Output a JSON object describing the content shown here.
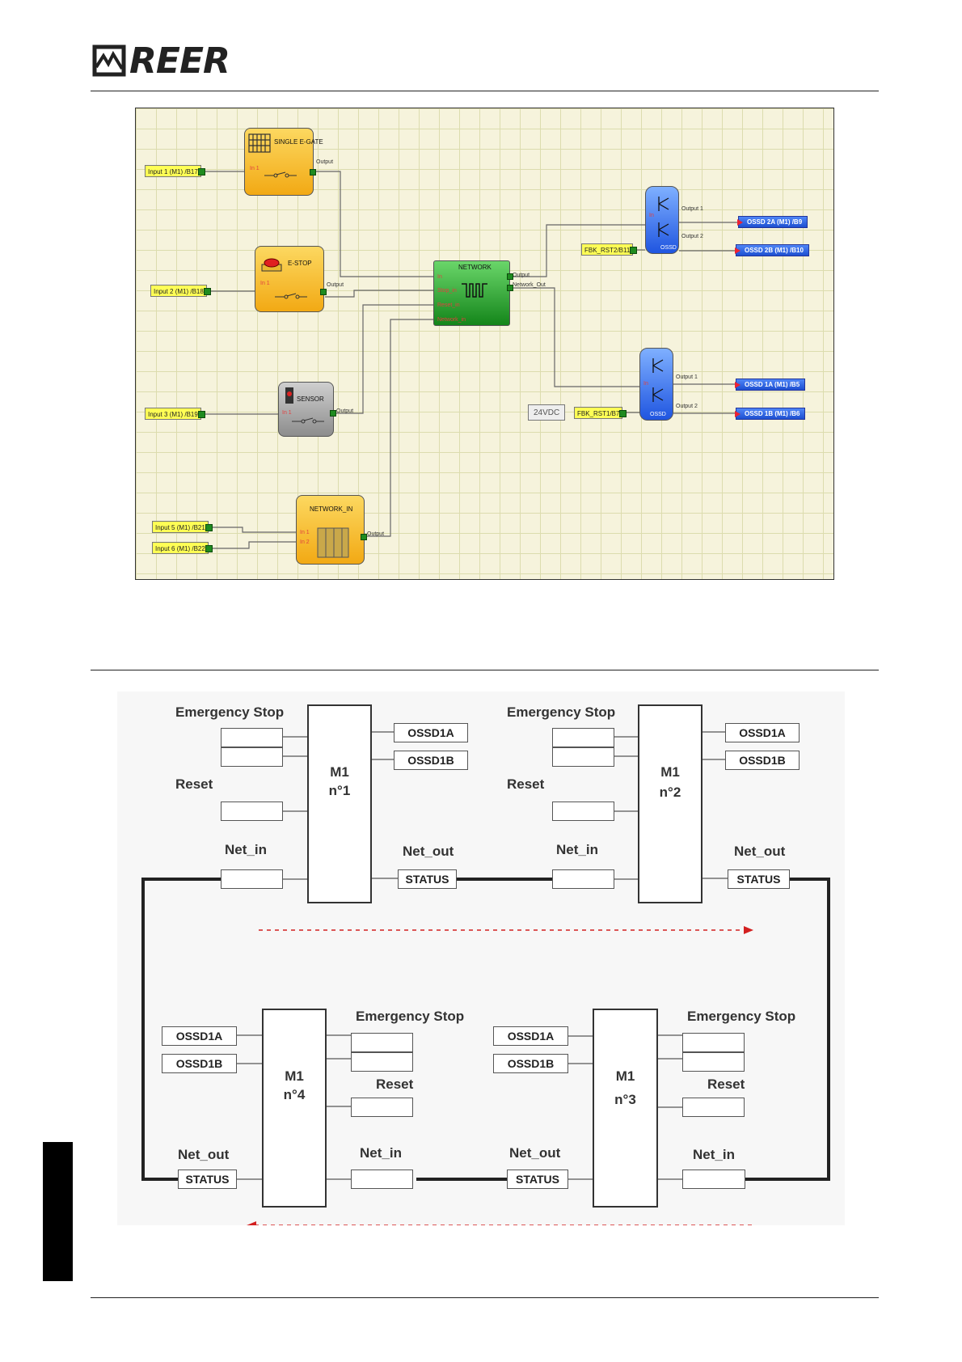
{
  "header": {
    "logo_text": "REER"
  },
  "configurator": {
    "inputs": [
      {
        "id": "in1",
        "label": "Input 1 (M1) /B17"
      },
      {
        "id": "in2",
        "label": "Input 2 (M1) /B18"
      },
      {
        "id": "in3",
        "label": "Input 3 (M1) /B19"
      },
      {
        "id": "in5",
        "label": "Input 5 (M1) /B21"
      },
      {
        "id": "in6",
        "label": "Input 6 (M1) /B22"
      },
      {
        "id": "fbk2",
        "label": "FBK_RST2/B11"
      },
      {
        "id": "fbk1",
        "label": "FBK_RST1/B7"
      }
    ],
    "outputs": [
      {
        "id": "o2a",
        "label": "OSSD 2A (M1) /B9"
      },
      {
        "id": "o2b",
        "label": "OSSD 2B (M1) /B10"
      },
      {
        "id": "o1a",
        "label": "OSSD 1A (M1) /B5"
      },
      {
        "id": "o1b",
        "label": "OSSD 1B (M1) /B6"
      }
    ],
    "voltage_chip": "24VDC",
    "blocks": {
      "gate": {
        "title": "SINGLE E-GATE",
        "in1": "In 1",
        "out": "Output"
      },
      "estop": {
        "title": "E-STOP",
        "in1": "In 1",
        "out": "Output"
      },
      "sensor": {
        "title": "SENSOR",
        "in1": "In 1",
        "out": "Output"
      },
      "netin": {
        "title": "NETWORK_IN",
        "in1": "In 1",
        "in2": "In 2",
        "out": "Output"
      },
      "network": {
        "title": "NETWORK",
        "in": "In",
        "stop": "Stop_in",
        "reset": "Reset_in",
        "netin": "Network_in",
        "out": "Output",
        "netout": "Network_Out"
      },
      "ossd_top": {
        "title": "OSSD",
        "in": "In",
        "out1": "Output 1",
        "out2": "Output 2"
      },
      "ossd_bot": {
        "title": "OSSD",
        "in": "In",
        "out1": "Output 1",
        "out2": "Output 2"
      }
    }
  },
  "network_diagram": {
    "labels": {
      "estop": "Emergency Stop",
      "reset": "Reset",
      "net_in": "Net_in",
      "net_out": "Net_out",
      "ossd1a": "OSSD1A",
      "ossd1b": "OSSD1B",
      "status": "STATUS",
      "module": "M1"
    },
    "modules": [
      "n°1",
      "n°2",
      "n°3",
      "n°4"
    ]
  }
}
